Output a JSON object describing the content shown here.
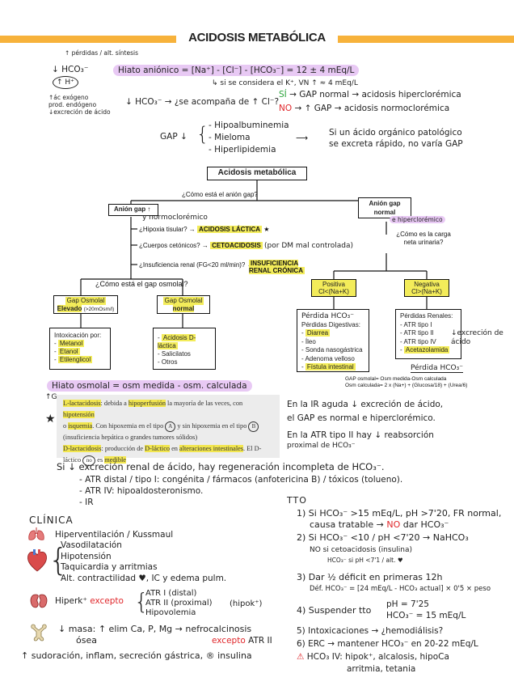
{
  "title": "ACIDOSIS METABÓLICA",
  "left_note": {
    "arrow_label": "↑ pérdidas / alt. síntesis",
    "hco3": "↓ HCO₃⁻",
    "hplus": "↑ H⁺",
    "causes": [
      "↑ác exógeno",
      "prod. endógeno",
      "↓excreción de ácido"
    ]
  },
  "hiato": {
    "formula": "Hiato aniónico = [Na⁺] - [Cl⁻] - [HCO₃⁻] = 12 ± 4 mEq/L",
    "note": "↳ si se considera el K⁺, VN ↑ ≈ 4 mEq/L",
    "question": "↓ HCO₃⁻ → ¿se acompaña de ↑ Cl⁻?",
    "si_label": "SÍ",
    "si_text": "→ GAP normal → acidosis hiperclorémica",
    "no_label": "NO",
    "no_text": "→ ↑ GAP → acidosis normoclorémica"
  },
  "gap_down": {
    "label": "GAP ↓",
    "items": [
      "Hipoalbuminemia",
      "Mieloma",
      "Hiperlipidemia"
    ],
    "note_line1": "Si un ácido orgánico patológico",
    "note_line2": "se excreta rápido, no varía GAP"
  },
  "flow": {
    "root": "Acidosis metabólica",
    "question_gap": "¿Cómo está el anión gap?",
    "left_branch": "Anión gap ↑",
    "left_branch_sub": "y normoclorémico",
    "q_hipoxia": "¿Hipoxia tisular? →",
    "acidosis_lactica": "ACIDOSIS LÁCTICA",
    "star": "★",
    "q_cuerpos": "¿Cuerpos cetónicos? →",
    "cetoacidosis": "CETOACIDOSIS",
    "cetoacidosis_note": "(por DM mal controlada)",
    "q_insuf": "¿Insuficiencia renal (FG<20 ml/min)? →",
    "insuf_renal": "INSUFICIENCIA RENAL CRÓNICA",
    "q_osmolal": "¿Cómo está el gap osmolal?",
    "gap_elevado_1": "Gap Osmolal",
    "gap_elevado_2": "Elevado",
    "gap_elevado_3": "(>20mOsm/l)",
    "gap_normal_1": "Gap Osmolal",
    "gap_normal_2": "normal",
    "intox_title": "Intoxicación por:",
    "intox_items": [
      "Metanol",
      "Etanol",
      "Etilenglicol"
    ],
    "normal_items": [
      "Acidosis D-láctica",
      "Salicilatos",
      "Otros"
    ],
    "right_branch_1": "Anión gap",
    "right_branch_2": "normal",
    "right_branch_sub": "e hiperclorémico",
    "q_carga": "¿Cómo es la carga neta urinaria?",
    "positiva_1": "Positiva",
    "positiva_2": "Cl<(Na+K)",
    "negativa_1": "Negativa",
    "negativa_2": "Cl>(Na+K)",
    "perdida_hco3": "Pérdida HCO₃⁻",
    "perdidas_dig": "Pérdidas Digestivas:",
    "dig_items": [
      "Diarrea",
      "Íleo",
      "Sonda nasogástrica",
      "Adenoma velloso",
      "Fístula intestinal"
    ],
    "perdidas_renales": "Pérdidas Renales:",
    "renal_items": [
      "ATR tipo I",
      "ATR tipo II",
      "ATR tipo IV",
      "Acetazolamida"
    ],
    "excrecion_note": "↓excreción de ácido",
    "perdida_hco3_2": "Pérdida HCO₃⁻",
    "osm_formula_1": "GAP osmolal= Osm medida-Osm calculada",
    "osm_formula_2": "Osm calculada= 2 x (Na+) + (Glucosa/18) + (Urea/6)"
  },
  "hiato_osmolal": {
    "text": "Hiato osmolal = osm medida - osm. calculada",
    "gap": "↑Gap"
  },
  "scan": {
    "line1a": "L-lactacidosis",
    "line1b": ": debida a ",
    "line1c": "hipoperfusión",
    "line1d": " la mayoría de las veces, con ",
    "line1e": "hipotensión",
    "line2a": "o ",
    "line2b": "isquemia",
    "line2c": ". Con hipoxemia en el tipo ",
    "line2d": "A",
    "line2e": " y sin hipoxemia en el tipo ",
    "line2f": "B",
    "line3": "(insuficiencia hepática o grandes tumores sólidos)",
    "line4a": "D-lactacidosis",
    "line4b": ": producción de ",
    "line4c": "D-láctico",
    "line4d": " en ",
    "line4e": "alteraciones intestinales",
    "line4f": ". El D-",
    "line5a": "láctico ",
    "line5b": "no",
    "line5c": " es ",
    "line5d": "medible",
    "star": "★"
  },
  "right_notes": {
    "ira": "En la IR aguda ↓ excreción de ácido,",
    "ira2": "el GAP es normal e hiperclorémico.",
    "atr2": "En la ATR tipo II hay ↓ reabsorción",
    "atr2b": "proximal de HCO₃⁻"
  },
  "regeneracion": {
    "line": "Si ↓ excreción renal de ácido, hay regeneración incompleta de HCO₃⁻.",
    "items": [
      "- ATR distal / tipo I: congénita / fármacos (anfotericina B) / tóxicos (tolueno).",
      "- ATR IV: hipoaldosteronismo.",
      "- IR"
    ]
  },
  "clinica": {
    "title": "CLÍNICA",
    "pulm": "Hiperventilación / Kussmaul",
    "cardio": [
      "Vasodilatación",
      "Hipotensión",
      "Taquicardia y arritmias",
      "Alt. contractilidad ♥, IC y edema pulm."
    ],
    "hiperk_label": "Hiperk⁺",
    "excepto": "excepto",
    "hiperk_items": [
      "ATR I (distal)",
      "ATR II (proximal)",
      "Hipovolemia"
    ],
    "hipok": "(hipok⁺)",
    "masa": "↓ masa: ↑ elim Ca, P, Mg → nefrocalcinosis",
    "osea": "ósea",
    "excepto2": "excepto",
    "atr2": "ATR II",
    "ultima": "↑ sudoración, inflam, secreción gástrica, ® insulina"
  },
  "tto": {
    "title": "TTO",
    "items": [
      "1) Si HCO₃⁻ >15 mEq/L, pH >7'20, FR normal,",
      "causa tratable →",
      "NO",
      "dar HCO₃⁻",
      "2) Si HCO₃⁻ <10 / pH <7'20 → NaHCO₃",
      "NO si cetoacidosis (insulina)",
      "HCO₃⁻ si pH <7'1 / alt. ♥",
      "3) Dar ½ déficit en primeras 12h",
      "Déf. HCO₃⁻ = [24 mEq/L - HCO₃ actual] × 0'5 × peso",
      "4) Suspender tto",
      "pH = 7'25",
      "HCO₃⁻ = 15 mEq/L",
      "5) Intoxicaciones → ¿hemodiálisis?",
      "6) ERC → mantener HCO₃⁻ en 20-22 mEq/L",
      "HCO₃ IV: hipok⁺, alcalosis, hipoCa",
      "arritmia, tetania"
    ]
  },
  "colors": {
    "accent": "#f7b23b",
    "pink": "#e8c9f4",
    "yellow": "#f3ec5a",
    "red": "#e0262a"
  }
}
